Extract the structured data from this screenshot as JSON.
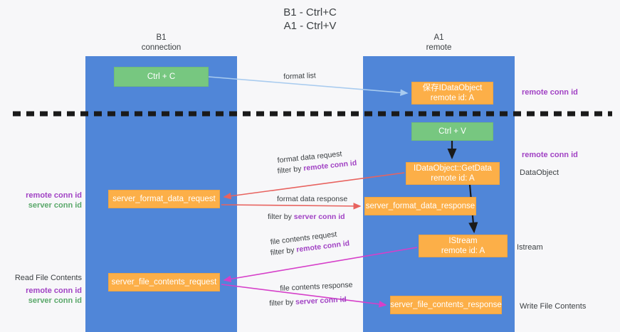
{
  "diagram": {
    "title": "B1 - Ctrl+C\nA1 - Ctrl+V",
    "lanes": [
      {
        "id": "b1",
        "label": "B1\nconnection",
        "color": "#5086d8"
      },
      {
        "id": "a1",
        "label": "A1\nremote",
        "color": "#5086d8"
      }
    ],
    "nodes": {
      "ctrl_c": "Ctrl + C",
      "save_idataobject": "保存IDataObject\nremote id: A",
      "ctrl_v": "Ctrl + V",
      "getdata": "IDataObject::GetData\nremote id: A",
      "server_format_data_request": "server_format_data_request",
      "server_format_data_response": "server_format_data_response",
      "istream": "IStream\nremote id: A",
      "server_file_contents_request": "server_file_contents_request",
      "server_file_contents_response": "server_file_contents_response"
    },
    "edge_labels": {
      "format_list": "format list",
      "format_data_request": "format data request",
      "format_data_request_filter_prefix": "filter by ",
      "format_data_request_filter_key": "remote conn id",
      "format_data_response": "format data response",
      "format_data_response_filter_prefix": "filter by ",
      "format_data_response_filter_key": "server conn id",
      "file_contents_request": "file contents request",
      "file_contents_request_filter_prefix": "filter by ",
      "file_contents_request_filter_key": "remote conn id",
      "file_contents_response": "file contents response",
      "file_contents_response_filter_prefix": "filter by ",
      "file_contents_response_filter_key": "server conn id"
    },
    "annotations": {
      "right_remote_conn_id_top": "remote conn id",
      "right_remote_conn_id_mid": "remote conn id",
      "right_dataobject": "DataObject",
      "right_istream": "Istream",
      "right_write_file_contents": "Write File Contents",
      "left_remote_conn_id_1": "remote conn id",
      "left_server_conn_id_1": "server conn id",
      "left_read_file_contents": "Read File Contents",
      "left_remote_conn_id_2": "remote conn id",
      "left_server_conn_id_2": "server conn id"
    },
    "colors": {
      "lane": "#5086d8",
      "green_node": "#77c780",
      "orange_node": "#fcaf48",
      "purple_text": "#a142c4",
      "green_text": "#5aa86a",
      "red_arrow": "#e8635f",
      "pink_arrow": "#d63fc9",
      "blue_arrow": "#a8cbef",
      "black_arrow": "#1a1a1a",
      "background": "#f7f7f9"
    }
  }
}
